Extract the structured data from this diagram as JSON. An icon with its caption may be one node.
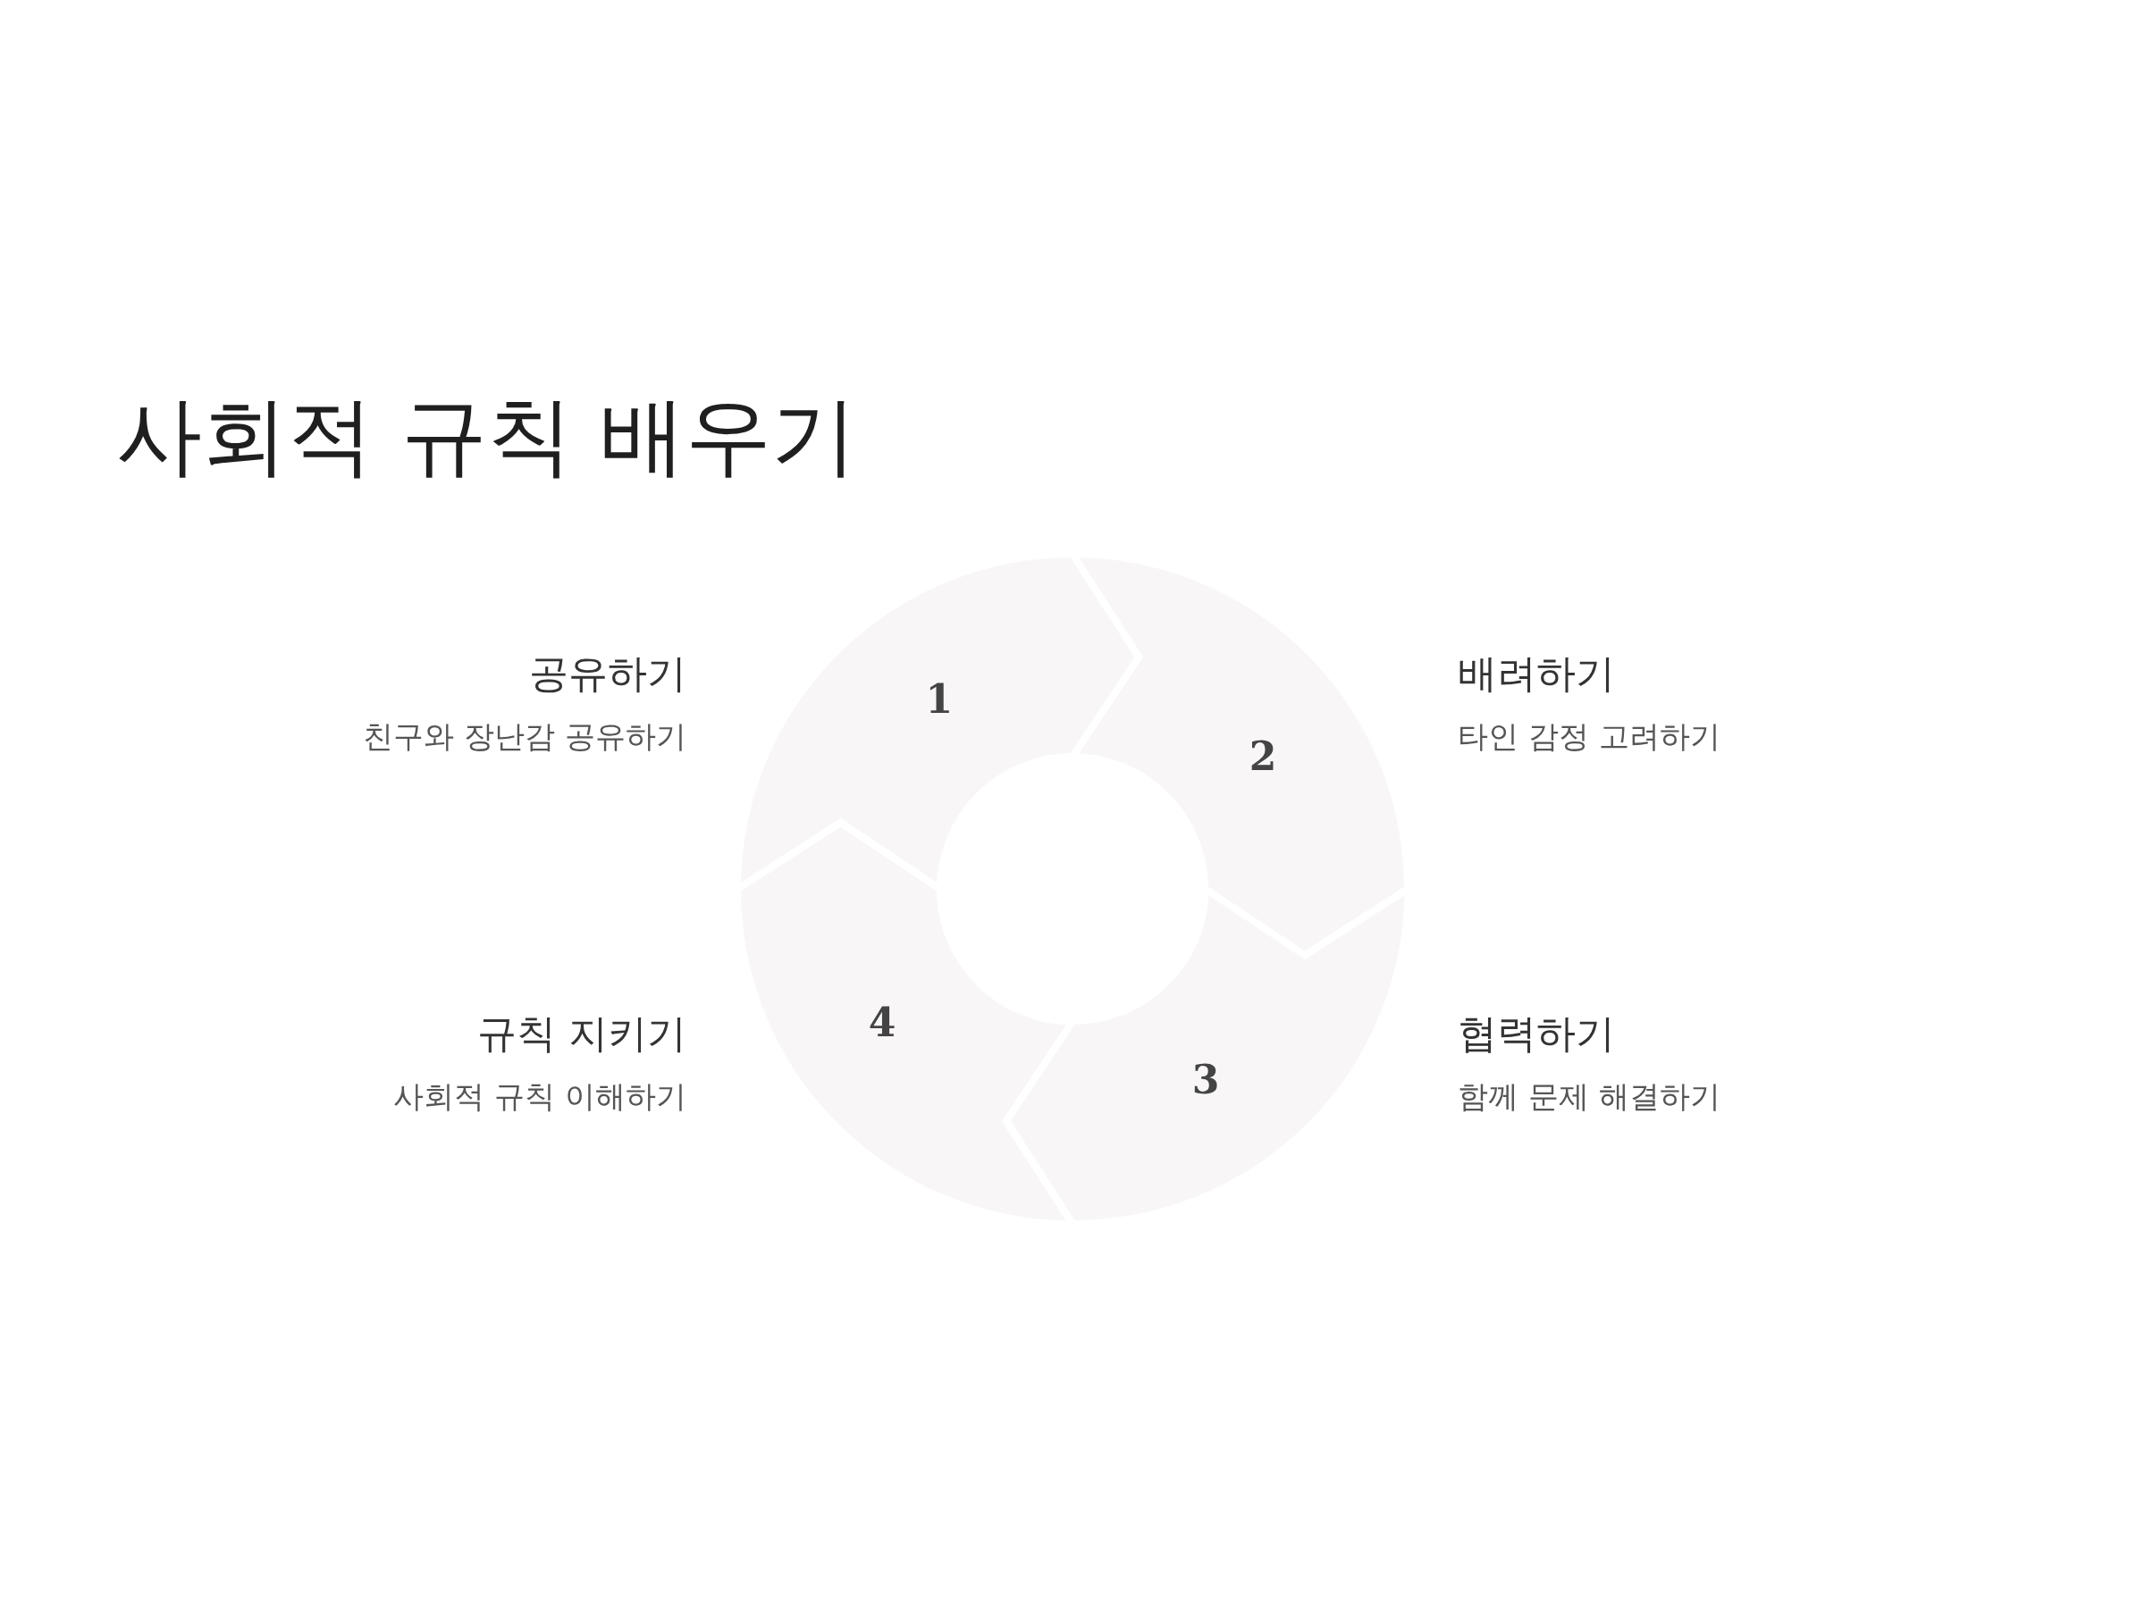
{
  "diagram": {
    "title": "사회적 규칙 배우기",
    "nodes": [
      {
        "text": [
          "1"
        ],
        "beside": [
          "공유하기",
          "친구와 장난감 공유하기"
        ]
      },
      {
        "text": [
          "2"
        ],
        "beside": [
          "배려하기",
          "타인 감정 고려하기"
        ]
      },
      {
        "text": [
          "3"
        ],
        "beside": [
          "협력하기",
          "함께 문제 해결하기"
        ]
      },
      {
        "text": [
          "4"
        ],
        "beside": [
          "규칙 지키기",
          "사회적 규칙 이해하기"
        ]
      }
    ]
  }
}
